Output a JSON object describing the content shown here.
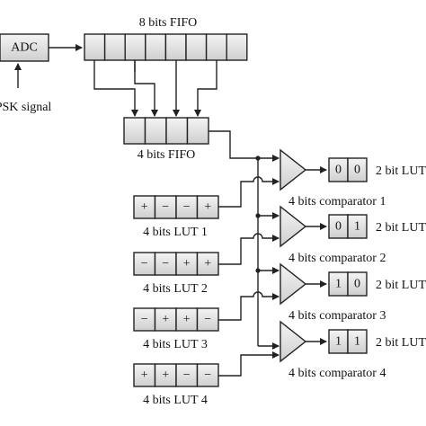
{
  "adc": {
    "label": "ADC"
  },
  "input_signal": {
    "label": "PSK signal"
  },
  "fifo8": {
    "label": "8 bits FIFO"
  },
  "fifo4": {
    "label": "4 bits FIFO"
  },
  "luts": [
    {
      "label": "4 bits LUT 1",
      "cells": [
        "+",
        "−",
        "−",
        "+"
      ]
    },
    {
      "label": "4 bits LUT 2",
      "cells": [
        "−",
        "−",
        "+",
        "+"
      ]
    },
    {
      "label": "4 bits LUT 3",
      "cells": [
        "−",
        "+",
        "+",
        "−"
      ]
    },
    {
      "label": "4 bits LUT 4",
      "cells": [
        "+",
        "+",
        "−",
        "−"
      ]
    }
  ],
  "comparators": [
    {
      "label": "4 bits comparator 1"
    },
    {
      "label": "4 bits comparator 2"
    },
    {
      "label": "4 bits comparator 3"
    },
    {
      "label": "4 bits comparator 4"
    }
  ],
  "outputs": [
    {
      "cells": [
        "0",
        "0"
      ],
      "label": "2 bit LUT"
    },
    {
      "cells": [
        "0",
        "1"
      ],
      "label": "2 bit LUT"
    },
    {
      "cells": [
        "1",
        "0"
      ],
      "label": "2 bit LUT"
    },
    {
      "cells": [
        "1",
        "1"
      ],
      "label": "2 bit LUT"
    }
  ]
}
